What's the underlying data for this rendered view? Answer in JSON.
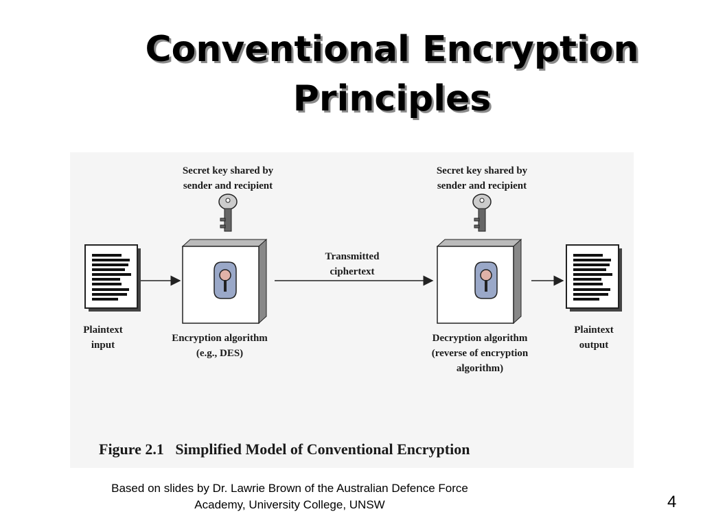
{
  "slide": {
    "title_line1": "Conventional Encryption",
    "title_line2": "Principles",
    "footer_line1": "Based on slides by Dr. Lawrie Brown of the Australian Defence Force",
    "footer_line2": "Academy, University College, UNSW",
    "page_number": "4"
  },
  "diagram": {
    "left_key_line1": "Secret key shared by",
    "left_key_line2": "sender and recipient",
    "right_key_line1": "Secret key shared by",
    "right_key_line2": "sender and recipient",
    "transmitted_line1": "Transmitted",
    "transmitted_line2": "ciphertext",
    "plaintext_input_line1": "Plaintext",
    "plaintext_input_line2": "input",
    "plaintext_output_line1": "Plaintext",
    "plaintext_output_line2": "output",
    "encryption_line1": "Encryption algorithm",
    "encryption_line2": "(e.g., DES)",
    "decryption_line1": "Decryption algorithm",
    "decryption_line2": "(reverse of encryption",
    "decryption_line3": "algorithm)",
    "figure_caption": "Figure 2.1   Simplified Model of Conventional Encryption"
  }
}
